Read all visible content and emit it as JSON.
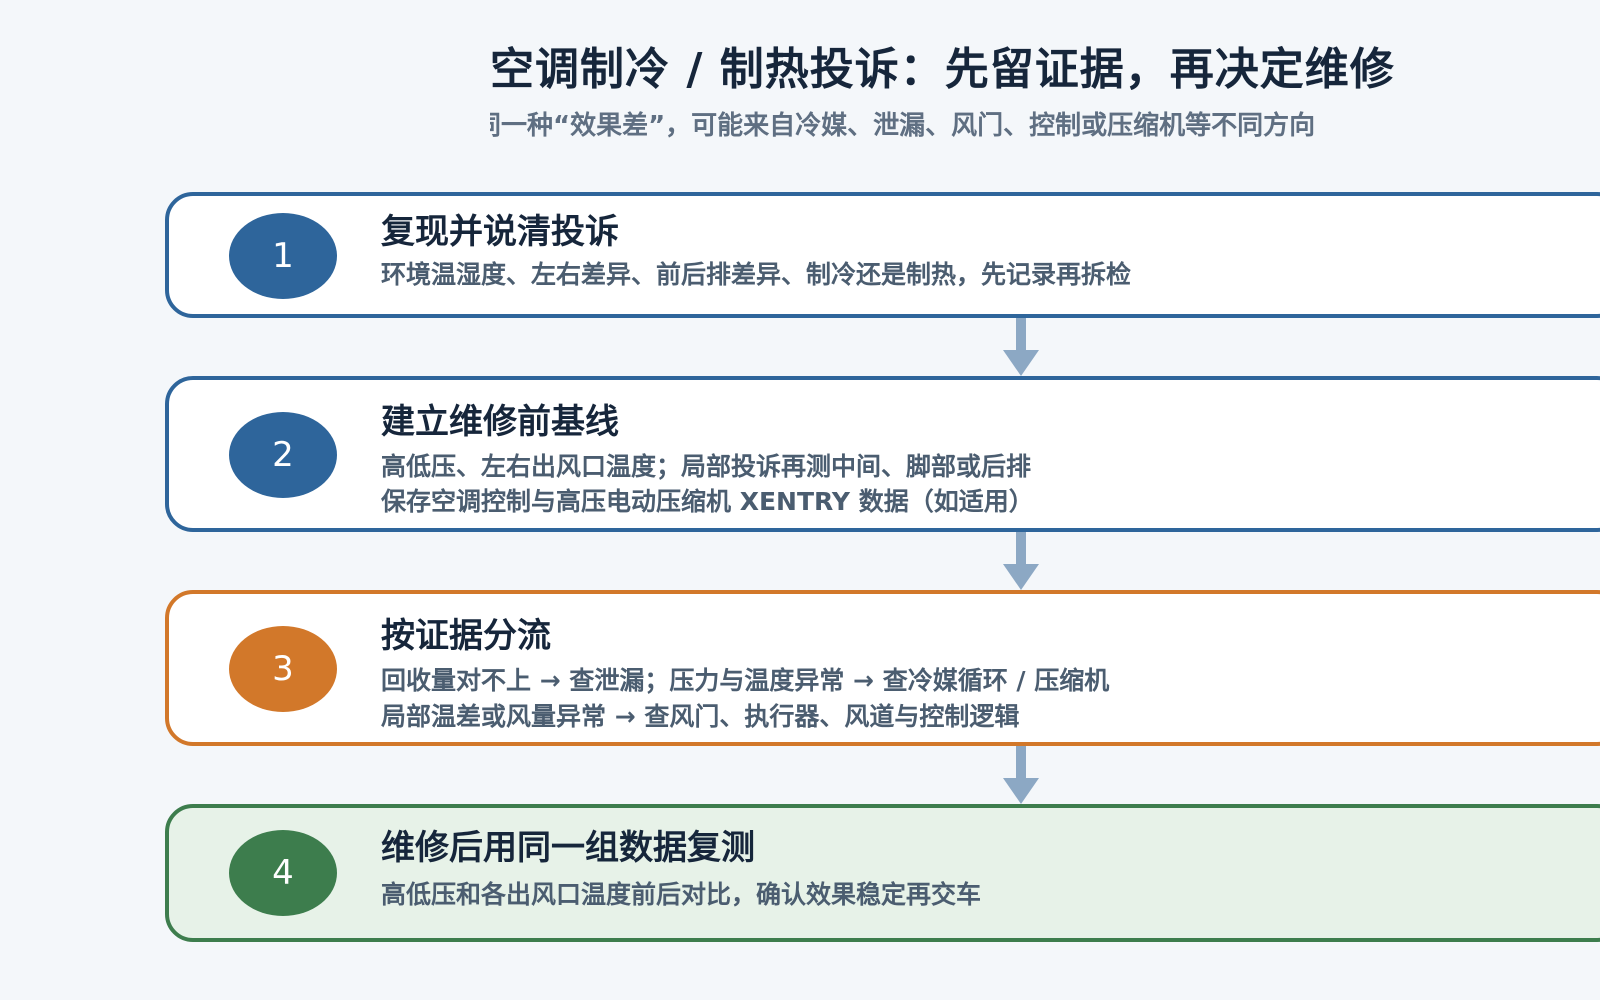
{
  "title": "空调制冷 / 制热投诉：先留证据，再决定维修",
  "subtitle": "同一种“效果差”，可能来自冷媒、泄漏、风门、控制或压缩机等不同方向",
  "steps": [
    {
      "number": "1",
      "title": "复现并说清投诉",
      "lines": [
        "环境温湿度、左右差异、前后排差异、制冷还是制热，先记录再拆检"
      ],
      "color": "#2e659b"
    },
    {
      "number": "2",
      "title": "建立维修前基线",
      "lines": [
        "高低压、左右出风口温度；局部投诉再测中间、脚部或后排",
        "保存空调控制与高压电动压缩机 XENTRY 数据（如适用）"
      ],
      "color": "#2e659b"
    },
    {
      "number": "3",
      "title": "按证据分流",
      "lines": [
        "回收量对不上 → 查泄漏；压力与温度异常 → 查冷媒循环 / 压缩机",
        "局部温差或风量异常 → 查风门、执行器、风道与控制逻辑"
      ],
      "color": "#d2782a"
    },
    {
      "number": "4",
      "title": "维修后用同一组数据复测",
      "lines": [
        "高低压和各出风口温度前后对比，确认效果稳定再交车"
      ],
      "color": "#3d7d4d"
    }
  ],
  "arrow_color": "#8ca8c4"
}
